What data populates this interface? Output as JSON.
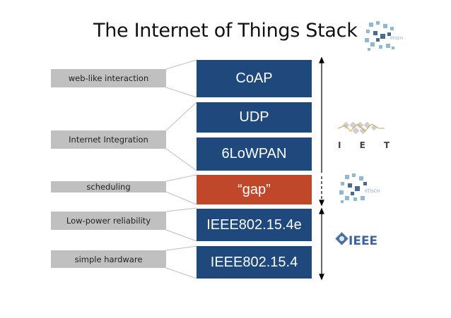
{
  "title": "The Internet of Things Stack",
  "labels": [
    {
      "text": "web-like interaction"
    },
    {
      "text": "Internet Integration"
    },
    {
      "text": "scheduling"
    },
    {
      "text": "Low-power reliability"
    },
    {
      "text": "simple hardware"
    }
  ],
  "layers": [
    {
      "text": "CoAP",
      "color": "#1f497d"
    },
    {
      "text": "UDP",
      "color": "#1f497d"
    },
    {
      "text": "6LoWPAN",
      "color": "#1f497d"
    },
    {
      "text": "“gap”",
      "color": "#c0472a"
    },
    {
      "text": "IEEE802.15.4e",
      "color": "#1f497d"
    },
    {
      "text": "IEEE802.15.4",
      "color": "#1f497d"
    }
  ],
  "logos": {
    "ietf": "I E T F",
    "tisch": "6TiSCH",
    "ieee": "IEEE"
  }
}
